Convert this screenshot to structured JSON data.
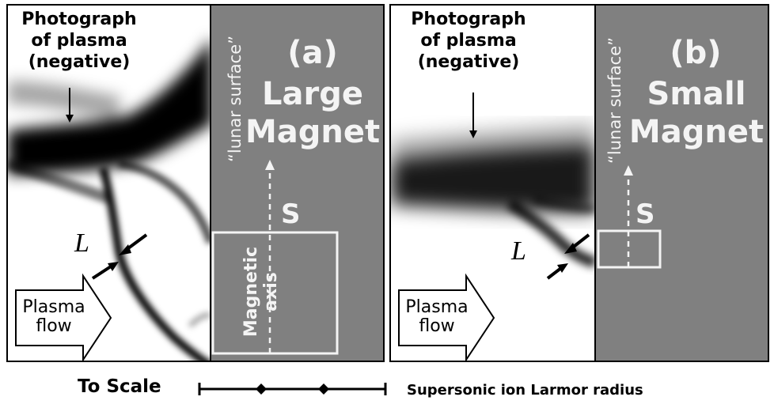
{
  "panel_a": {
    "photo_label_line1": "Photograph",
    "photo_label_line2": "of plasma",
    "photo_label_line3": "(negative)",
    "tag": "(a)",
    "title_line1": "Large",
    "title_line2": "Magnet",
    "lunar_surface": "“lunar surface”",
    "S": "S",
    "L": "L",
    "magnetic_axis_line1": "Magnetic",
    "magnetic_axis_line2": "axis",
    "flow_line1": "Plasma",
    "flow_line2": "flow"
  },
  "panel_b": {
    "photo_label_line1": "Photograph",
    "photo_label_line2": "of plasma",
    "photo_label_line3": "(negative)",
    "tag": "(b)",
    "title_line1": "Small",
    "title_line2": "Magnet",
    "lunar_surface": "“lunar surface”",
    "S": "S",
    "L": "L",
    "flow_line1": "Plasma",
    "flow_line2": "flow"
  },
  "scale": {
    "to_scale": "To Scale",
    "caption": "Supersonic ion Larmor radius"
  },
  "colors": {
    "grey_region": "#808080",
    "plasma": "#000000",
    "overlay_text": "#f4f4f4"
  }
}
